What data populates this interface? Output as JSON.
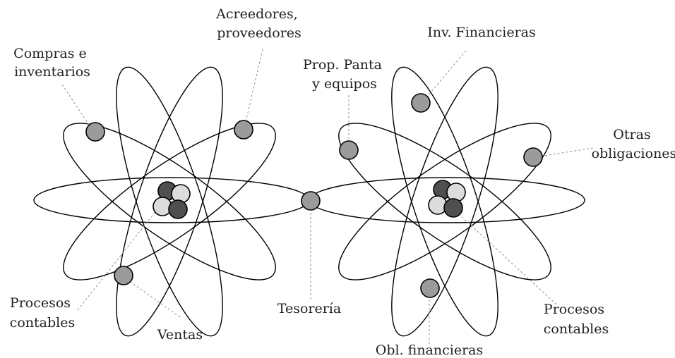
{
  "labels": {
    "compras": [
      "Compras e",
      "inventarios"
    ],
    "acreedores": [
      "Acreedores,",
      "proveedores"
    ],
    "procesos_left": [
      "Procesos",
      "contables"
    ],
    "ventas": "Ventas",
    "tesoreria": "Tesorería",
    "prop_panta": [
      "Prop. Panta",
      "y equipos"
    ],
    "inv_financieras": "Inv. Financieras",
    "otras_obligaciones": [
      "Otras",
      "obligaciones"
    ],
    "procesos_right": [
      "Procesos",
      "contables"
    ],
    "obl_financieras": "Obl. financieras"
  },
  "colors": {
    "electron": "#9b9b9b",
    "nucleus_dark": "#4f4f4f",
    "nucleus_light": "#dcdcdc",
    "line": "#000000",
    "leader": "#9a9a9a"
  }
}
